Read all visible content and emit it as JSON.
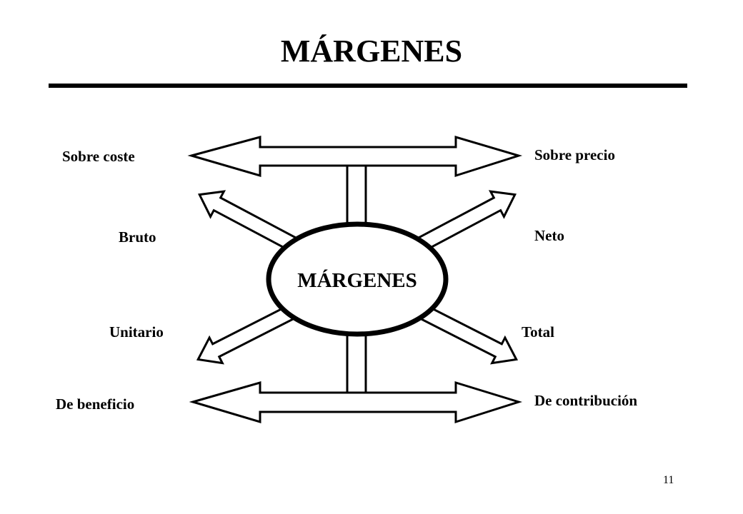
{
  "title": "MÁRGENES",
  "center": "MÁRGENES",
  "labels": {
    "sobre_coste": "Sobre coste",
    "sobre_precio": "Sobre precio",
    "bruto": "Bruto",
    "neto": "Neto",
    "unitario": "Unitario",
    "total": "Total",
    "de_beneficio": "De beneficio",
    "de_contribucion": "De contribución"
  },
  "page_number": "11"
}
